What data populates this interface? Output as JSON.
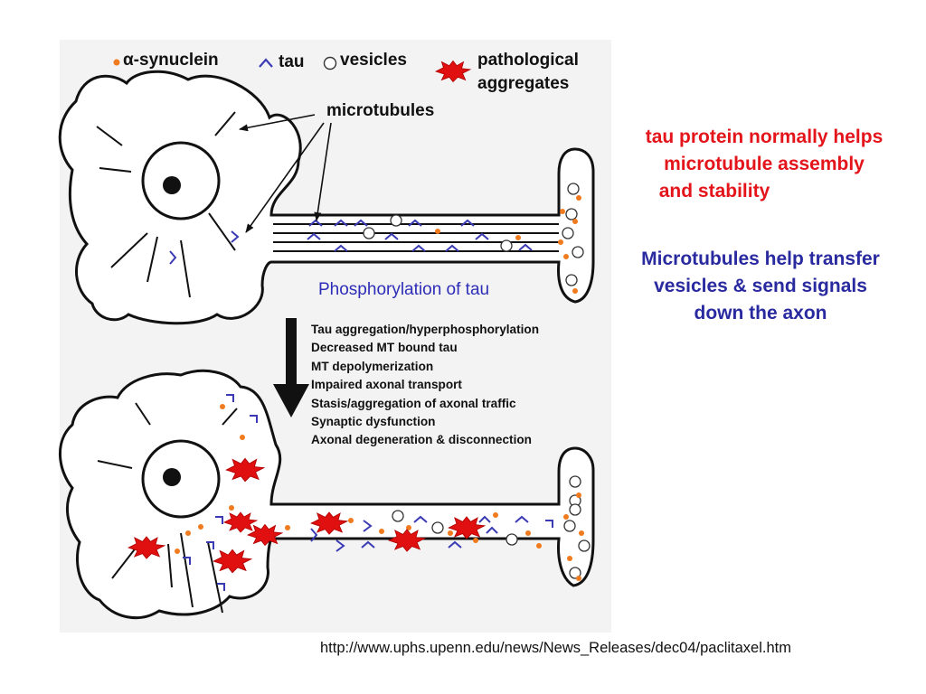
{
  "legend": {
    "alpha_synuclein": "α-synuclein",
    "tau": "tau",
    "vesicles": "vesicles",
    "pathological_aggregates_line1": "pathological",
    "pathological_aggregates_line2": "aggregates"
  },
  "labels": {
    "microtubules": "microtubules",
    "phosphorylation": "Phosphorylation of tau"
  },
  "effects": [
    "Tau aggregation/hyperphosphorylation",
    "Decreased MT bound tau",
    "MT depolymerization",
    "Impaired axonal transport",
    "Stasis/aggregation of axonal traffic",
    "Synaptic dysfunction",
    "Axonal degeneration & disconnection"
  ],
  "notes": {
    "tau_role_line1": "tau protein normally helps",
    "tau_role_line2": "microtubule assembly",
    "tau_role_line3": "and stability",
    "mt_role_line1": "Microtubules help transfer",
    "mt_role_line2": "vesicles & send signals",
    "mt_role_line3": "down the axon"
  },
  "source_url": "http://www.uphs.upenn.edu/news/News_Releases/dec04/paclitaxel.htm",
  "colors": {
    "alpha_synuclein": "#f07a1e",
    "tau": "#3a3ab5",
    "aggregate": "#e01010",
    "note_red": "#e4141b",
    "note_blue": "#2a2aa0",
    "phosphorylation": "#2d2db8"
  }
}
